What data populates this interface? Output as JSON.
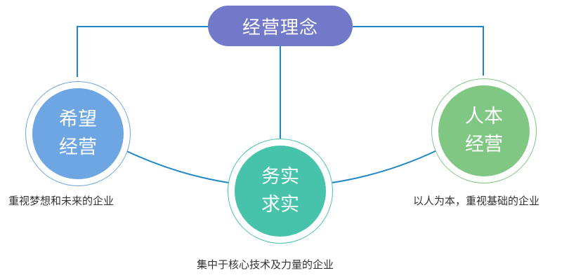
{
  "title": "经营理念",
  "colors": {
    "title": "#7279c9",
    "left": "#6ea6e3",
    "middle": "#47c3ac",
    "right": "#80c784",
    "connector": "#1f86c7"
  },
  "nodes": {
    "left": {
      "line1": "希望",
      "line2": "经营",
      "caption": "重视梦想和未来的企业"
    },
    "middle": {
      "line1": "务实",
      "line2": "求实",
      "caption": "集中于核心技术及力量的企业"
    },
    "right": {
      "line1": "人本",
      "line2": "经营",
      "caption": "以人为本，重视基础的企业"
    }
  }
}
